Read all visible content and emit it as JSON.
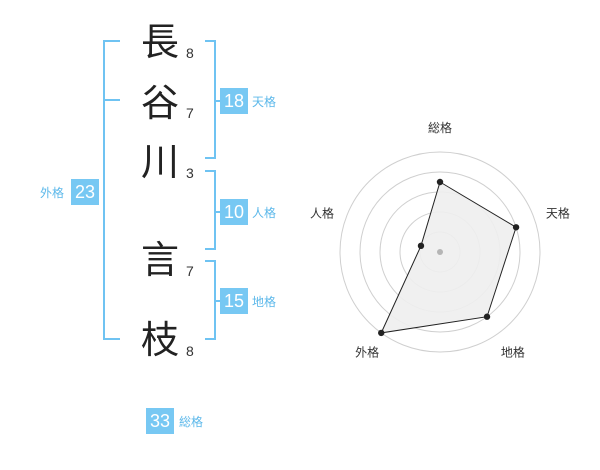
{
  "name": {
    "characters": [
      {
        "char": "長",
        "strokes": "8"
      },
      {
        "char": "谷",
        "strokes": "7"
      },
      {
        "char": "川",
        "strokes": "3"
      },
      {
        "char": "言",
        "strokes": "7"
      },
      {
        "char": "枝",
        "strokes": "8"
      }
    ]
  },
  "scores": {
    "tenkaku": {
      "value": "18",
      "label": "天格"
    },
    "jinkaku": {
      "value": "10",
      "label": "人格"
    },
    "chikaku": {
      "value": "15",
      "label": "地格"
    },
    "gaikaku": {
      "value": "23",
      "label": "外格"
    },
    "soukaku": {
      "value": "33",
      "label": "総格"
    }
  },
  "colors": {
    "accent": "#77c8f3",
    "bracket": "#6fc3f2",
    "label": "#5cb8ea"
  },
  "chart_data": {
    "type": "radar",
    "axes": [
      "総格",
      "天格",
      "地格",
      "外格",
      "人格"
    ],
    "levels": 5,
    "max": 5,
    "values": [
      3.5,
      4,
      4,
      5,
      1
    ],
    "fill": "#eeeeee",
    "stroke": "#222222"
  }
}
